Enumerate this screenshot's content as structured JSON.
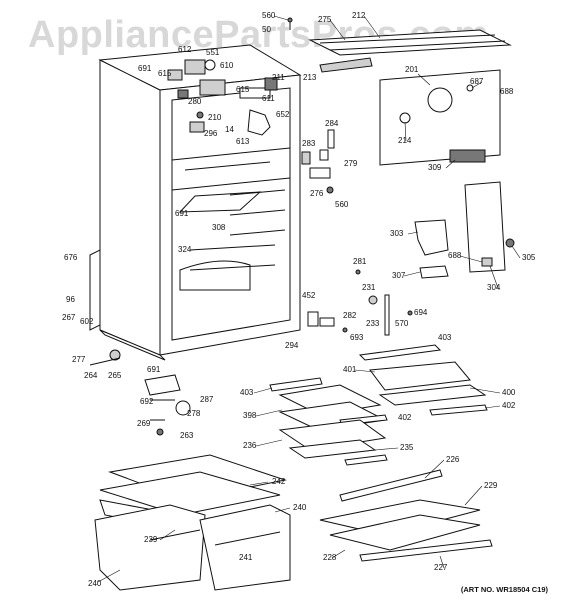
{
  "watermark": "AppliancePartsPros.com",
  "art_number": "(ART NO. WR18504 C19)",
  "callouts": [
    "560",
    "275",
    "212",
    "50",
    "551",
    "612",
    "610",
    "691",
    "615",
    "211",
    "213",
    "201",
    "687",
    "688",
    "280",
    "615",
    "611",
    "652",
    "210",
    "296",
    "14",
    "613",
    "284",
    "214",
    "283",
    "279",
    "309",
    "276",
    "560",
    "691",
    "308",
    "324",
    "303",
    "688",
    "305",
    "676",
    "96",
    "231",
    "281",
    "307",
    "304",
    "452",
    "233",
    "570",
    "694",
    "267",
    "602",
    "282",
    "693",
    "403",
    "294",
    "277",
    "264",
    "265",
    "691",
    "287",
    "401",
    "400",
    "403",
    "402",
    "692",
    "278",
    "398",
    "402",
    "269",
    "263",
    "236",
    "235",
    "226",
    "242",
    "229",
    "240",
    "239",
    "241",
    "240",
    "228",
    "227"
  ]
}
